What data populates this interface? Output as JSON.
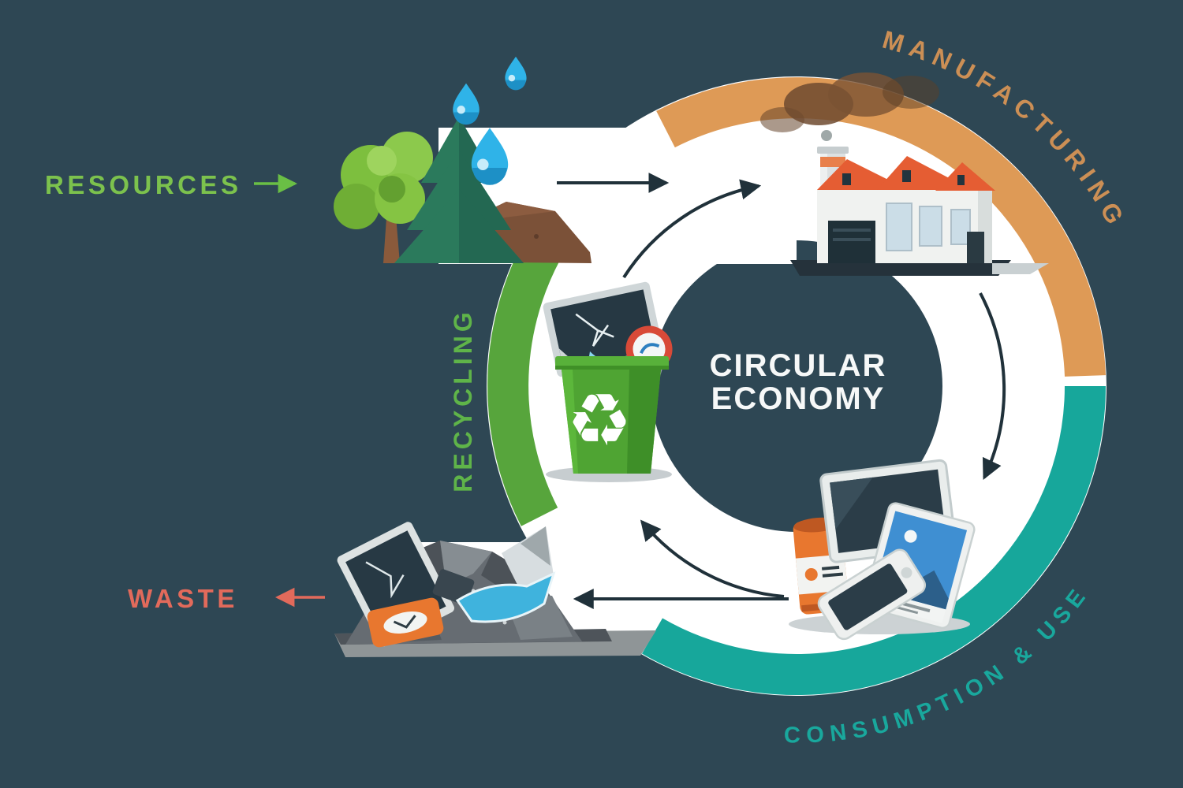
{
  "diagram": {
    "title_line1": "CIRCULAR",
    "title_line2": "ECONOMY",
    "stages": {
      "resources": "RESOURCES",
      "manufacturing": "MANUFACTURING",
      "consumption_use": "CONSUMPTION & USE",
      "recycling": "RECYCLING",
      "waste": "WASTE"
    },
    "icons": {
      "resources_icon": "trees-soil-and-water-drops",
      "manufacturing_icon": "factory-with-chimney",
      "consumption_icon": "electronic-devices-and-can",
      "recycling_icon": "green-recycle-bin-with-e-waste",
      "waste_icon": "e-waste-pile",
      "recycle_symbol": "♻"
    },
    "colors": {
      "background": "#2E4754",
      "ring": "#FFFFFF",
      "manufacturing_arc": "#DE9A56",
      "consumption_arc": "#17A79B",
      "recycling_arc": "#57A53C",
      "resources_text": "#7CC24D",
      "recycling_text": "#5FB449",
      "waste_text": "#E26A5B",
      "flow_arrows": "#20313A",
      "center_text": "#F6F8F8"
    }
  }
}
